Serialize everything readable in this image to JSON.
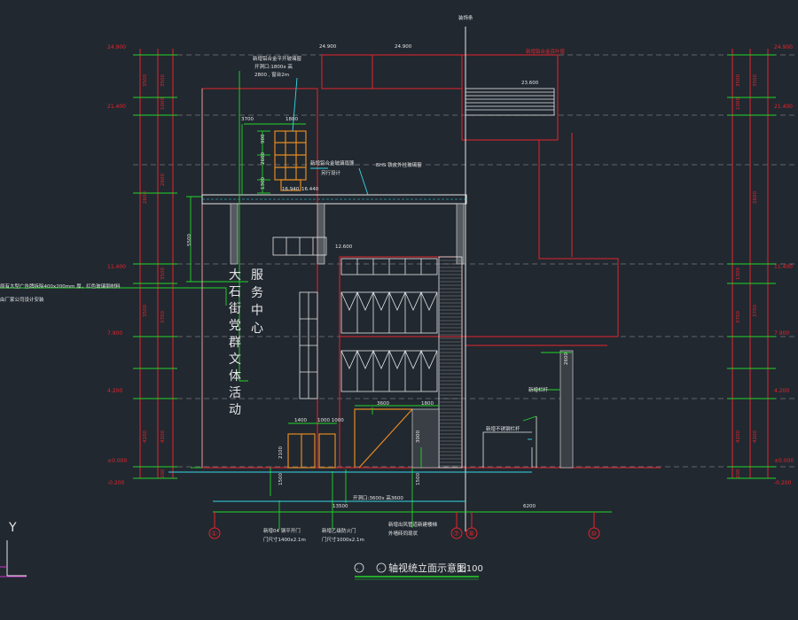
{
  "drawing": {
    "title": "轴视统立面示意图",
    "scale": "1:100",
    "axis_label": "Y",
    "colors": {
      "background": "#212830",
      "red": "#e8242b",
      "green": "#22d628",
      "white": "#e6e6e6",
      "cyan": "#33d9e6",
      "yellow": "#e6e200",
      "orange": "#e58a1f",
      "gray": "#8c8c8c"
    },
    "signs": {
      "vertical_big": [
        "服",
        "务",
        "中",
        "心"
      ],
      "vertical_left": [
        "大",
        "石",
        "街",
        "党",
        "群",
        "文",
        "体",
        "活",
        "动"
      ]
    },
    "levels_left": [
      {
        "value": "24.900"
      },
      {
        "value": "21.400"
      },
      {
        "value": "11.400"
      },
      {
        "value": "7.900"
      },
      {
        "value": "4.200"
      },
      {
        "value": "±0.000"
      },
      {
        "value": "-0.200"
      }
    ],
    "levels_right": [
      {
        "value": "24.900"
      },
      {
        "value": "21.400"
      },
      {
        "value": "11.400"
      },
      {
        "value": "7.900"
      },
      {
        "value": "4.200"
      },
      {
        "value": "±0.000"
      },
      {
        "value": "-0.200"
      }
    ],
    "dims_left": [
      "3500",
      "1000",
      "2600",
      "3500",
      "3700",
      "4200",
      "200"
    ],
    "dims_right": [
      "3500",
      "1000",
      "1300",
      "2600",
      "3700",
      "4200",
      "200"
    ],
    "top_dims": {
      "d1": "3700",
      "d2": "1800"
    },
    "inner_dims": {
      "v900": "900",
      "v2600": "2600",
      "v1300": "1300",
      "v5500": "5500",
      "v2100": "2100",
      "v1500": "1500",
      "v3000": "3000",
      "v2600b": "2600",
      "d1400": "1400",
      "d2": "1000 1000",
      "d3600": "3600",
      "d1800": "1800",
      "total1": "13500",
      "total2": "6200",
      "e16940": "16.940",
      "e16440": "16.440",
      "e12600": "12.600",
      "e23600": "23.600",
      "top1": "24.900",
      "top2": "24.900"
    },
    "annotations": {
      "a1_line1": "新增铝合金平开玻璃窗",
      "a1_line2": "开洞口:1800x 高",
      "a1_line3": "2800 , 窗台2m",
      "a2": "新增铝合金百叶窗",
      "a3_line1": "新增铝合金玻璃雨篷",
      "a3_line2": "另行设计",
      "a4": "BHS 铁皮外挂玻璃窗",
      "a5_line1": "原有大型广告牌拆除400x200mm 厚，红色玻璃钢材料",
      "a5_line2": "由厂家公司设计安装",
      "a6": "新增栏杆",
      "a7": "新增不锈钢栏杆",
      "a8": "开洞口:3600x 高3600",
      "a9_line1": "新增04 钢平开门",
      "a9_line2": "门尺寸1400x2.1m",
      "a10_line1": "新增乙级防火门",
      "a10_line2": "门尺寸1000x2.1m",
      "a11_line1": "新增出风管道新建楼梯",
      "a11_line2": "外墙砖同现状",
      "a12": "装饰条"
    },
    "axis_bubbles": [
      "①",
      "⑦",
      "⑧",
      "⑩"
    ]
  }
}
